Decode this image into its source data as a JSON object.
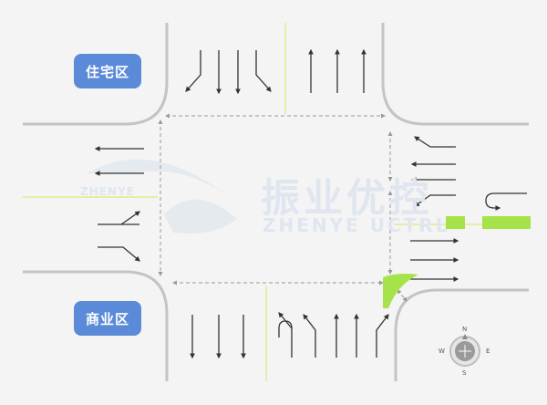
{
  "zones": {
    "residential": "住宅区",
    "commercial": "商业区"
  },
  "watermark": {
    "brand_cn": "振业优控",
    "brand_en": "ZHENYE UCTRL",
    "logo_text": "ZHENYE"
  },
  "compass": {
    "n": "N",
    "s": "S",
    "e": "E",
    "w": "W"
  },
  "colors": {
    "background": "#f4f4f4",
    "curb": "#c4c4c4",
    "center_line": "#e2e87a",
    "lane_arrow": "#333333",
    "crosswalk_path": "#999999",
    "green_marking": "#a6e34a",
    "zone_badge": "#5b8ad8"
  }
}
